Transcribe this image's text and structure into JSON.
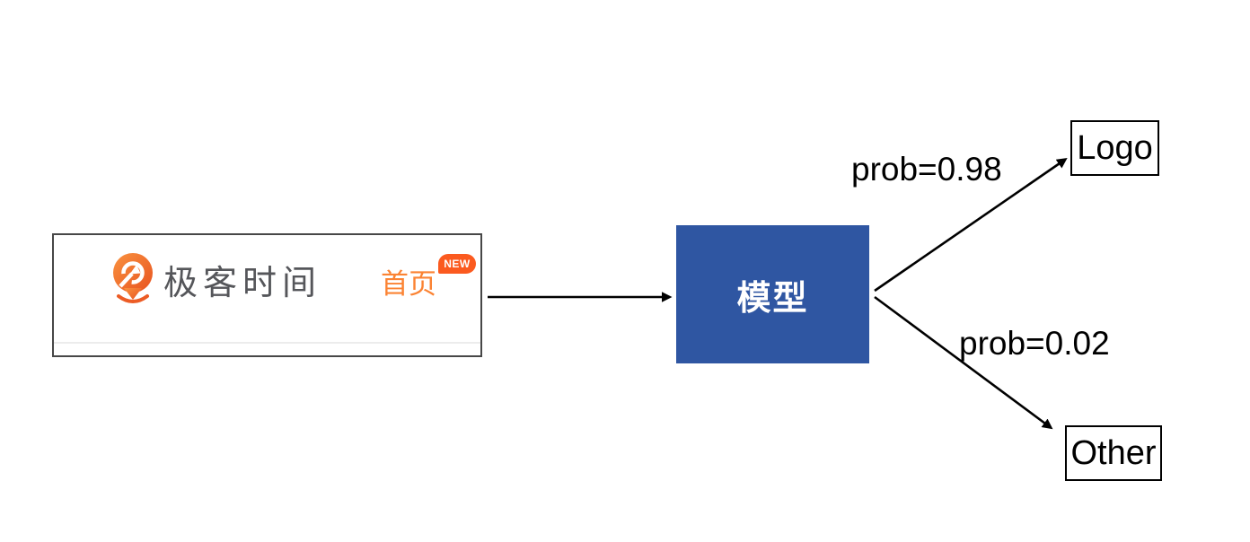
{
  "diagram": {
    "input_card": {
      "brand_name": "极客时间",
      "nav_item": "首页",
      "badge": "NEW"
    },
    "model_node": {
      "label": "模型"
    },
    "edges": [
      {
        "label": "prob=0.98",
        "target": "Logo"
      },
      {
        "label": "prob=0.02",
        "target": "Other"
      }
    ],
    "output_nodes": {
      "logo": "Logo",
      "other": "Other"
    },
    "colors": {
      "model_node_blue": "#2f56a2",
      "brand_orange": "#fb8333",
      "badge_orange": "#fb5a1f",
      "brand_text_gray": "#55565a",
      "arrow_black": "#000000",
      "card_border_gray": "#474747"
    }
  }
}
